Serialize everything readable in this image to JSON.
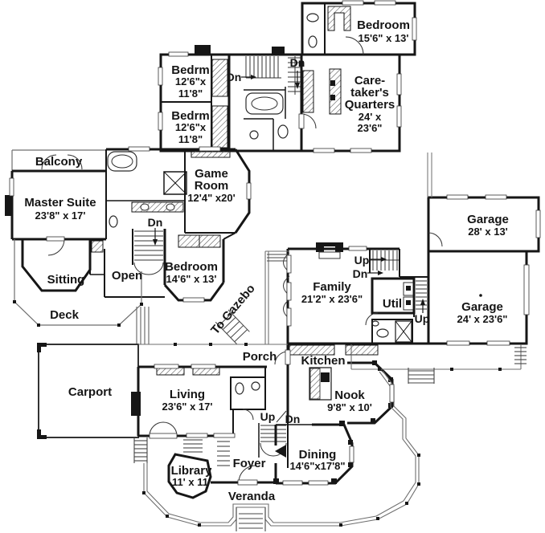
{
  "rooms": {
    "balcony": {
      "name": "Balcony"
    },
    "master_suite": {
      "name": "Master Suite",
      "dims": "23'8\" x 17'"
    },
    "bedrm_upper_1": {
      "name": "Bedrm",
      "dims_line1": "12'6\"x",
      "dims_line2": "11'8\""
    },
    "bedrm_upper_2": {
      "name": "Bedrm",
      "dims_line1": "12'6\"x",
      "dims_line2": "11'8\""
    },
    "bedroom_top_right": {
      "name": "Bedroom",
      "dims": "15'6\" x 13'"
    },
    "caretakers_quarters": {
      "name_line1": "Care-",
      "name_line2": "taker's",
      "name_line3": "Quarters",
      "dims_line1": "24' x",
      "dims_line2": "23'6\""
    },
    "game_room": {
      "name_line1": "Game",
      "name_line2": "Room",
      "dims": "12'4\" x20'"
    },
    "bedroom_middle": {
      "name": "Bedroom",
      "dims": "14'6\" x 13'"
    },
    "sitting": {
      "name": "Sitting"
    },
    "open_area": {
      "name": "Open"
    },
    "deck": {
      "name": "Deck"
    },
    "gazebo_path": {
      "name": "To Gazebo"
    },
    "garage_upper": {
      "name": "Garage",
      "dims": "28' x 13'"
    },
    "garage_lower": {
      "name": "Garage",
      "dims": "24' x 23'6\""
    },
    "family": {
      "name": "Family",
      "dims": "21'2\" x 23'6\""
    },
    "util": {
      "name": "Util"
    },
    "porch": {
      "name": "Porch"
    },
    "kitchen": {
      "name": "Kitchen"
    },
    "nook": {
      "name": "Nook",
      "dims": "9'8\" x 10'"
    },
    "carport": {
      "name": "Carport"
    },
    "living": {
      "name": "Living",
      "dims": "23'6\" x 17'"
    },
    "dining": {
      "name": "Dining",
      "dims": "14'6\"x17'8\""
    },
    "foyer": {
      "name": "Foyer"
    },
    "library": {
      "name": "Library",
      "dims": "11' x 11'"
    },
    "veranda": {
      "name": "Veranda"
    }
  },
  "stairs": {
    "up": "Up",
    "dn": "Dn"
  },
  "colors": {
    "wall": "#161616",
    "thin_outline": "#6e6e6e",
    "text": "#151515",
    "background": "#ffffff"
  }
}
